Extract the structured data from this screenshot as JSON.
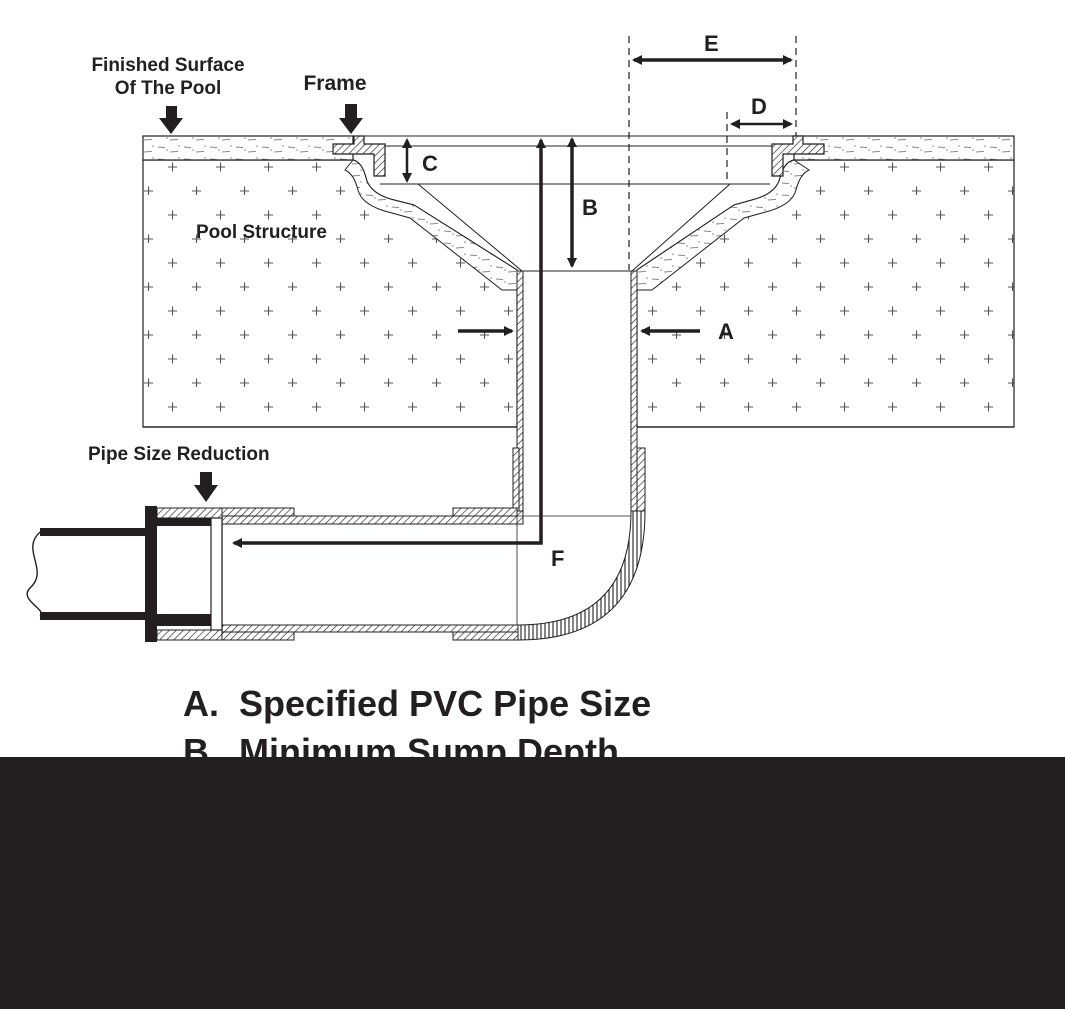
{
  "labels": {
    "finished_surface_line1": "Finished Surface",
    "finished_surface_line2": "Of The Pool",
    "frame": "Frame",
    "pool_structure": "Pool Structure",
    "pipe_size_reduction": "Pipe Size Reduction",
    "dim_a": "A",
    "dim_b": "B",
    "dim_c": "C",
    "dim_d": "D",
    "dim_e": "E",
    "dim_f": "F"
  },
  "legend": [
    {
      "key": "A.",
      "text": "Specified PVC Pipe Size"
    },
    {
      "key": "B.",
      "text": "Minimum Sump Depth"
    }
  ],
  "colors": {
    "ink": "#231f20",
    "background": "#ffffff",
    "concrete_plus": "#555555",
    "plaster_dash": "#888888"
  }
}
